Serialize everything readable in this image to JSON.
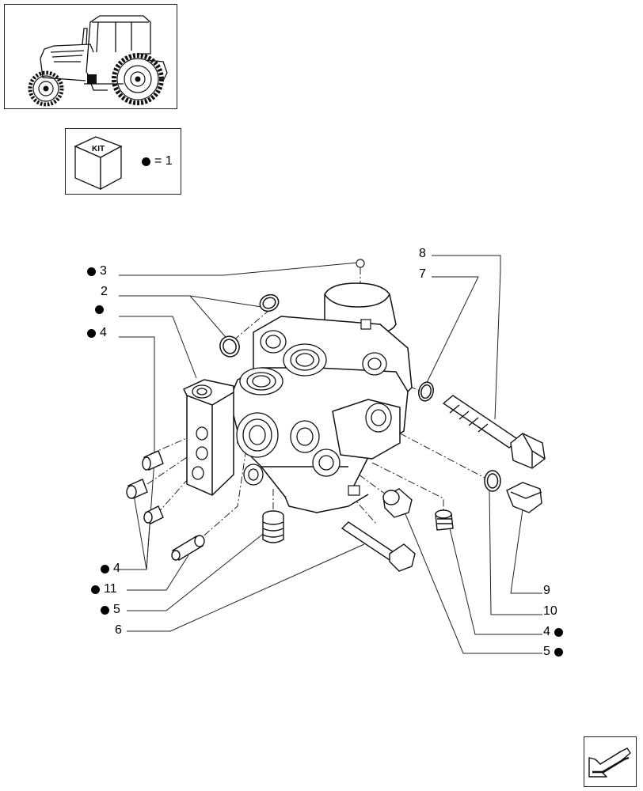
{
  "kit_legend": {
    "kit_text": "KIT",
    "equals_text": "= 1"
  },
  "callouts": {
    "c3": "3",
    "c2": "2",
    "c4a": "4",
    "c8": "8",
    "c7": "7",
    "c4b": "4",
    "c11": "11",
    "c5a": "5",
    "c6": "6",
    "c9": "9",
    "c10": "10",
    "c4c": "4",
    "c5b": "5"
  },
  "icons": {
    "tractor": "tractor-thumbnail-icon",
    "kit": "kit-box-icon",
    "bullet": "kit-bullet-icon",
    "nav": "next-page-arrow-icon"
  }
}
